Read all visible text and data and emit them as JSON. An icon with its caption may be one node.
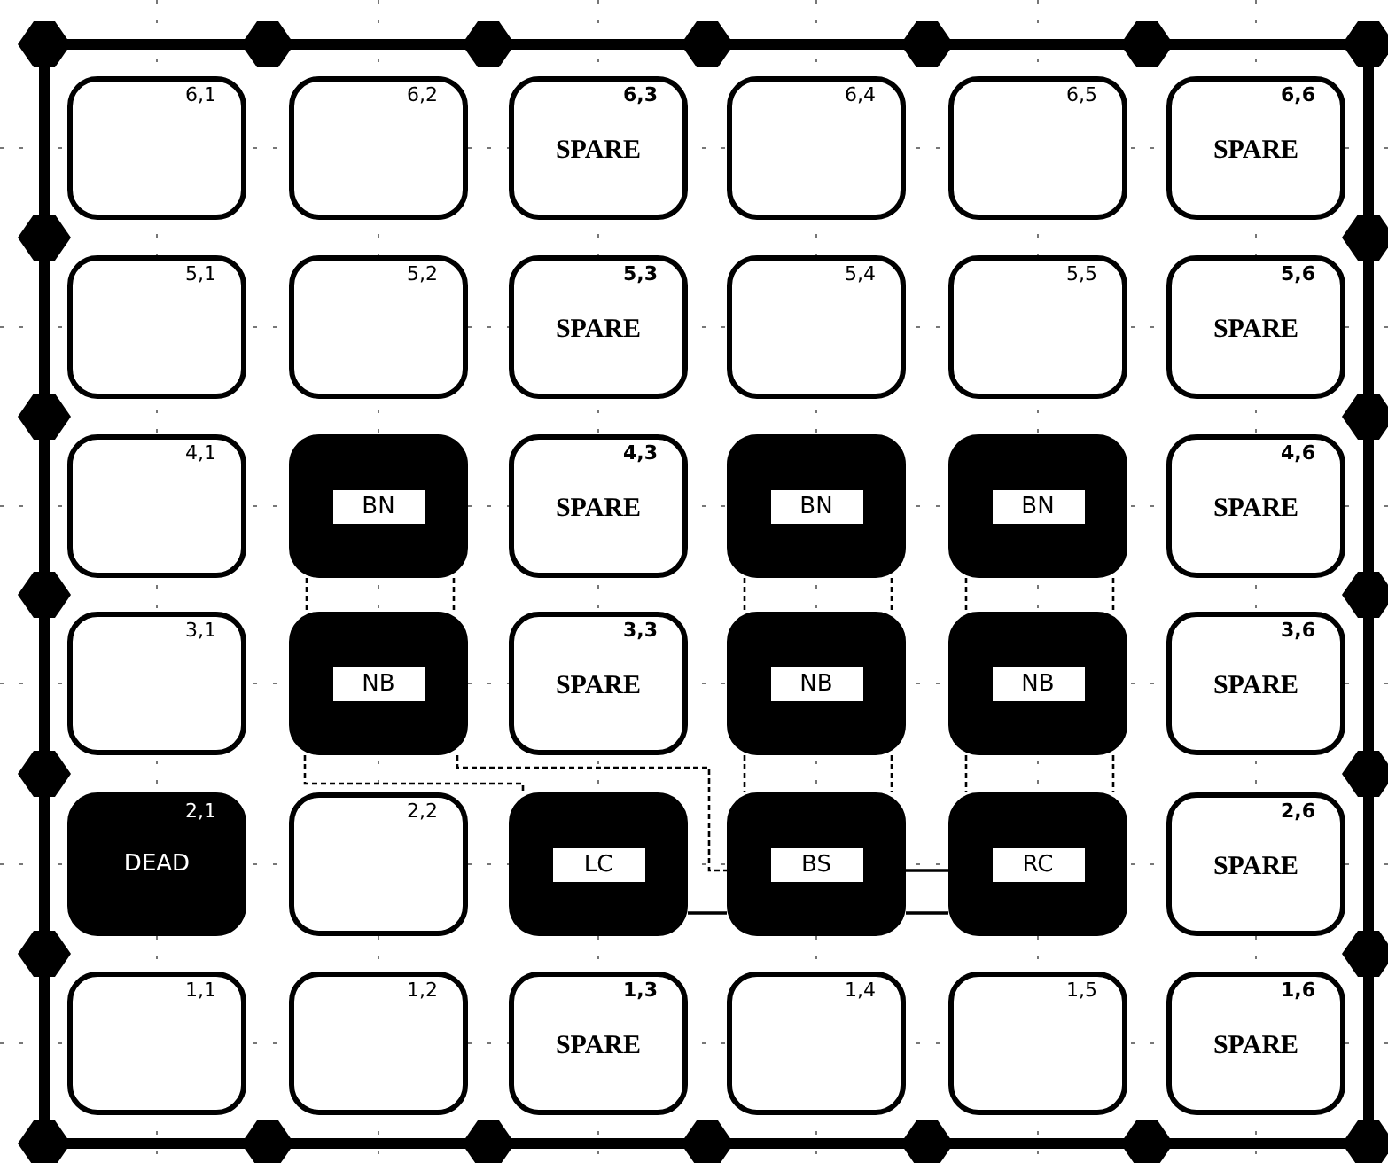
{
  "diagram": {
    "nodes": [
      {
        "text": [
          "6,1"
        ]
      },
      {
        "text": [
          "6,2"
        ]
      },
      {
        "text": [
          "6,3",
          "SPARE"
        ]
      },
      {
        "text": [
          "6,4"
        ]
      },
      {
        "text": [
          "6,5"
        ]
      },
      {
        "text": [
          "6,6",
          "SPARE"
        ]
      },
      {
        "text": [
          "5,1"
        ]
      },
      {
        "text": [
          "5,2"
        ]
      },
      {
        "text": [
          "5,3",
          "SPARE"
        ]
      },
      {
        "text": [
          "5,4"
        ]
      },
      {
        "text": [
          "5,5"
        ]
      },
      {
        "text": [
          "5,6",
          "SPARE"
        ]
      },
      {
        "text": [
          "4,1"
        ]
      },
      {
        "text": [
          "BN"
        ]
      },
      {
        "text": [
          "4,3",
          "SPARE"
        ]
      },
      {
        "text": [
          "BN"
        ]
      },
      {
        "text": [
          "BN"
        ]
      },
      {
        "text": [
          "4,6",
          "SPARE"
        ]
      },
      {
        "text": [
          "3,1"
        ]
      },
      {
        "text": [
          "NB"
        ]
      },
      {
        "text": [
          "3,3",
          "SPARE"
        ]
      },
      {
        "text": [
          "NB"
        ]
      },
      {
        "text": [
          "NB"
        ]
      },
      {
        "text": [
          "3,6",
          "SPARE"
        ]
      },
      {
        "text": [
          "2,1",
          "DEAD"
        ]
      },
      {
        "text": [
          "2,2"
        ]
      },
      {
        "text": [
          "LC"
        ]
      },
      {
        "text": [
          "BS"
        ]
      },
      {
        "text": [
          "RC"
        ]
      },
      {
        "text": [
          "2,6",
          "SPARE"
        ]
      },
      {
        "text": [
          "1,1"
        ]
      },
      {
        "text": [
          "1,2"
        ]
      },
      {
        "text": [
          "1,3",
          "SPARE"
        ]
      },
      {
        "text": [
          "1,4"
        ]
      },
      {
        "text": [
          "1,5"
        ]
      },
      {
        "text": [
          "1,6",
          "SPARE"
        ]
      }
    ],
    "edges": [
      {
        "from": 13,
        "to": 19,
        "arrow": "none",
        "style": "dashed"
      },
      {
        "from": 15,
        "to": 21,
        "arrow": "none",
        "style": "dashed"
      },
      {
        "from": 16,
        "to": 22,
        "arrow": "none",
        "style": "dashed"
      },
      {
        "from": 21,
        "to": 27,
        "arrow": "none",
        "style": "dashed"
      },
      {
        "from": 22,
        "to": 28,
        "arrow": "none",
        "style": "dashed"
      },
      {
        "from": 19,
        "to": 27,
        "arrow": "none",
        "style": "dashed"
      },
      {
        "from": 19,
        "to": 26,
        "arrow": "none",
        "style": "dashed"
      },
      {
        "from": 26,
        "to": 27,
        "arrow": "none"
      },
      {
        "from": 27,
        "to": 28,
        "arrow": "none"
      }
    ]
  }
}
